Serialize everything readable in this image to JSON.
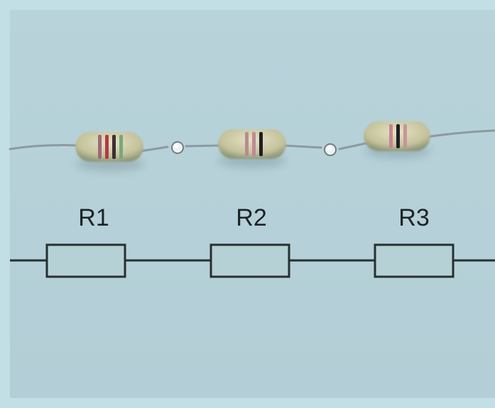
{
  "resistors": [
    {
      "label": "R1",
      "bands": [
        "#9b6a78",
        "#b23b44",
        "#3b2f33",
        "#7aa67d"
      ]
    },
    {
      "label": "R2",
      "bands": [
        "#b98a92",
        "#c08a95",
        "#1e1d26"
      ]
    },
    {
      "label": "R3",
      "bands": [
        "#c58593",
        "#1f1e27",
        "#c7949e"
      ]
    }
  ],
  "colors": {
    "background": "#b3ced6",
    "frame": "#c3dfe6",
    "symbol_stroke": "#26302f",
    "symbol_fill": "#b6d1d5",
    "resistor_body": "#c9c9a6",
    "wire": "#8c9aa0"
  }
}
